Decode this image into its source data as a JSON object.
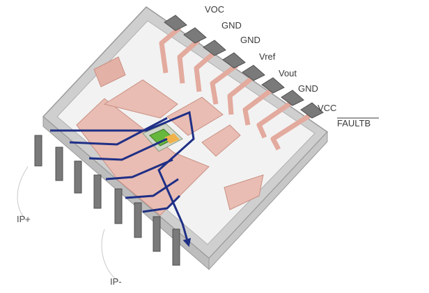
{
  "pins_right": [
    {
      "label": "VOC",
      "overline": false
    },
    {
      "label": "GND",
      "overline": false
    },
    {
      "label": "GND",
      "overline": false
    },
    {
      "label": "Vref",
      "overline": false
    },
    {
      "label": "Vout",
      "overline": false
    },
    {
      "label": "GND",
      "overline": false
    },
    {
      "label": "VCC",
      "overline": false
    },
    {
      "label": "FAULTB",
      "overline": true
    }
  ],
  "ip_plus_label": "IP+",
  "ip_minus_label": "IP-",
  "colors": {
    "body": "#d9d9d9",
    "frame": "#ededed",
    "copper": "#e8b6ac",
    "lead": "#6e6e6e",
    "current": "#1f2f86",
    "die": "#66b83d"
  }
}
